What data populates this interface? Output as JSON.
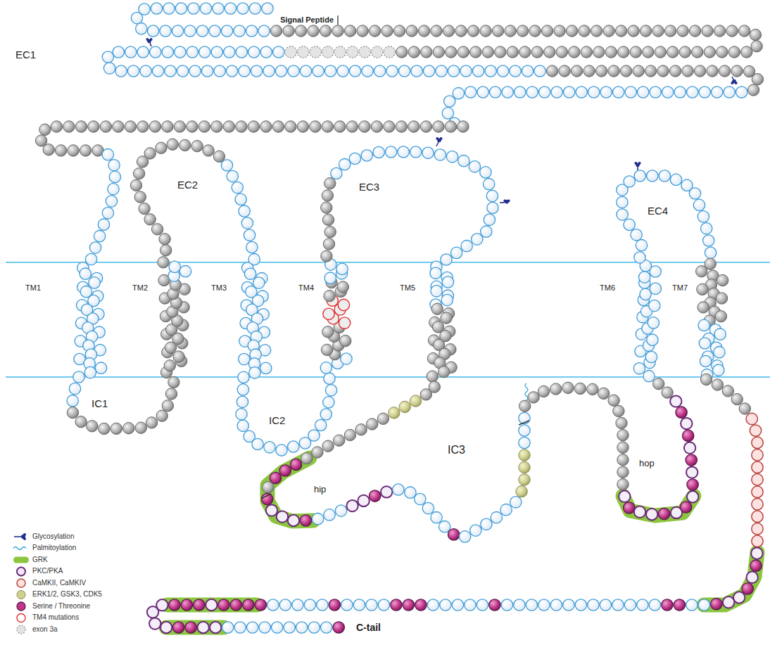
{
  "diagram": {
    "labels": [
      "Signal Peptide",
      "EC1",
      "EC2",
      "EC3",
      "EC4",
      "TM1",
      "TM2",
      "TM3",
      "TM4",
      "TM5",
      "TM6",
      "TM7",
      "IC1",
      "IC2",
      "IC3",
      "hip",
      "hop",
      "C-tail"
    ],
    "legend": [
      {
        "text": "Glycosylation"
      },
      {
        "text": "Palmitoylation"
      },
      {
        "text": "GRK",
        "color": "#8cc63f"
      },
      {
        "text": "PKC/PKA",
        "color": "#f1e9f6"
      },
      {
        "text": "CaMKII, CaMKIV",
        "color": "#fde2e2"
      },
      {
        "text": "ERK1/2, GSK3, CDK5",
        "color": "#cfcf8f"
      },
      {
        "text": "Serine / Threonine",
        "color": "#c2378a"
      },
      {
        "text": "TM4 mutations"
      },
      {
        "text": "exon 3a"
      }
    ]
  }
}
